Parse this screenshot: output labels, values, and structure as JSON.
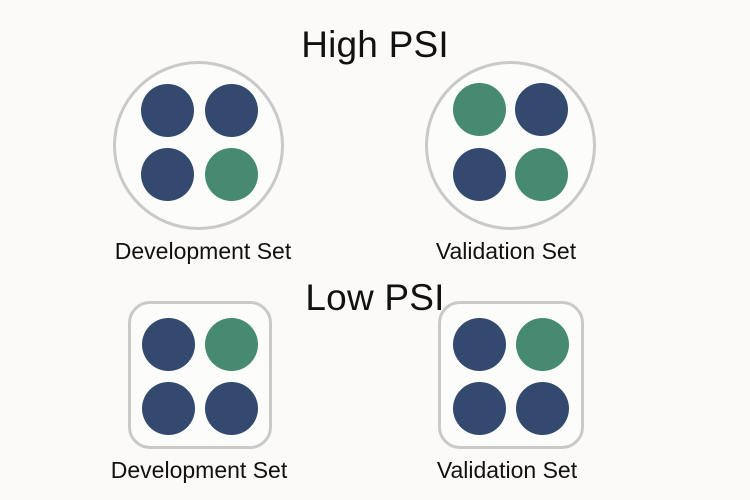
{
  "colors": {
    "navy": "#34496e",
    "green": "#468a72",
    "container_border": "#c9c9c9",
    "background": "#fbfaf8"
  },
  "high_psi": {
    "title": "High PSI",
    "development": {
      "label": "Development Set",
      "shape": "circle",
      "dots": [
        "navy",
        "navy",
        "navy",
        "green"
      ]
    },
    "validation": {
      "label": "Validation Set",
      "shape": "circle",
      "dots": [
        "green",
        "navy",
        "navy",
        "green"
      ]
    }
  },
  "low_psi": {
    "title": "Low PSI",
    "development": {
      "label": "Development Set",
      "shape": "rounded-square",
      "dots": [
        "navy",
        "green",
        "navy",
        "navy"
      ]
    },
    "validation": {
      "label": "Validation Set",
      "shape": "rounded-square",
      "dots": [
        "navy",
        "green",
        "navy",
        "navy"
      ]
    }
  }
}
